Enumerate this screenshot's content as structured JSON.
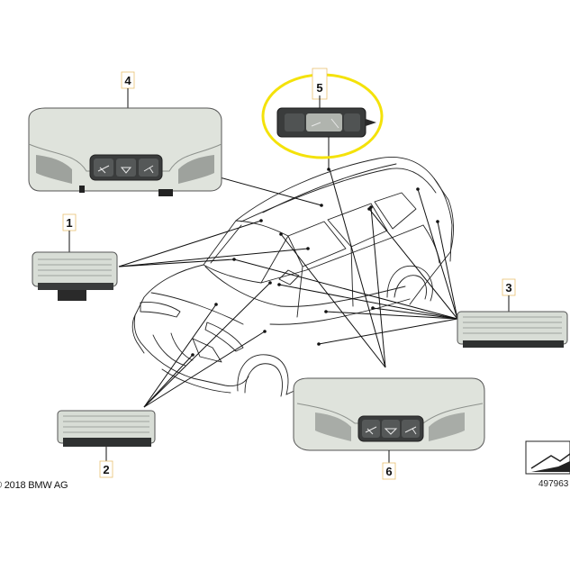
{
  "parts": [
    {
      "number": "1",
      "name": "interior-light"
    },
    {
      "number": "2",
      "name": "interior-light"
    },
    {
      "number": "3",
      "name": "interior-light"
    },
    {
      "number": "4",
      "name": "roof-console-front"
    },
    {
      "number": "5",
      "name": "switch-module"
    },
    {
      "number": "6",
      "name": "roof-console-rear"
    }
  ],
  "highlighted_part": "5",
  "copyright": "© 2018 BMW AG",
  "diagram_id": "497963",
  "colors": {
    "highlight": "#f4e20a",
    "number_box_border": "#e8c070",
    "lamp_body": "#d8ddd6",
    "lamp_dark": "#3a3c3c",
    "line": "#111111"
  },
  "icons": [
    "reading-light-icon",
    "interior-light-icon",
    "corner-logo-icon"
  ]
}
